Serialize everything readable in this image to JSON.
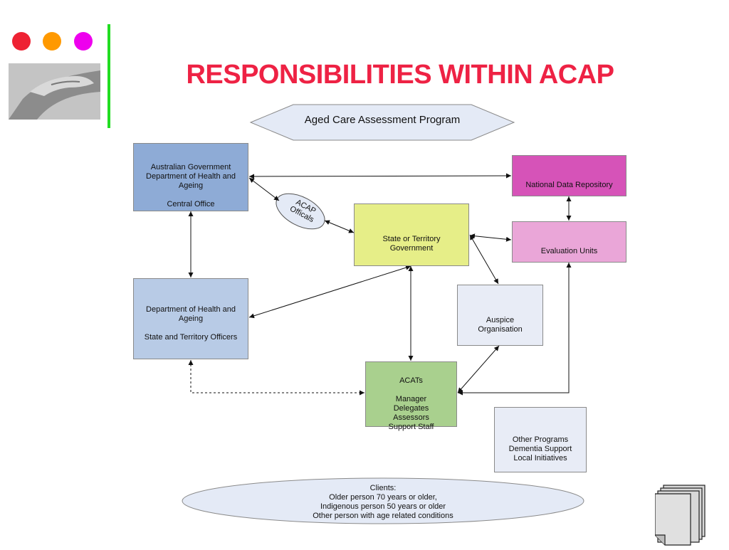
{
  "title": "RESPONSIBILITIES WITHIN ACAP",
  "decor": {
    "dot_colors": [
      "#ee2233",
      "#ff9900",
      "#ee00ee"
    ],
    "bar_color": "#22dd22"
  },
  "program": "Aged Care Assessment Program",
  "acap_officials": "ACAP\nOfficals",
  "boxes": {
    "aust_gov": {
      "text": "Australian Government\nDepartment of Health and\nAgeing\n\nCentral Office",
      "color": "#8eabd6"
    },
    "dept_state": {
      "text": "Department of Health and\nAgeing\n\nState and Territory Officers",
      "color": "#b8cbe6"
    },
    "state_gov": {
      "text": "State or Territory\nGovernment",
      "color": "#e6ee88"
    },
    "ndr": {
      "text": "National Data Repository",
      "color": "#d653b8"
    },
    "eval": {
      "text": "Evaluation Units",
      "color": "#eaa6d8"
    },
    "auspice": {
      "text": "Auspice\nOrganisation",
      "color": "#e8ecf6"
    },
    "acats": {
      "text": "ACATs\n\nManager\nDelegates\nAssessors\nSupport Staff",
      "color": "#a9d08e"
    },
    "other": {
      "text": "Other Programs\nDementia Support\nLocal Initiatives",
      "color": "#e8ecf6"
    }
  },
  "clients": "Clients:\nOlder person 70 years or older,\nIndigenous person 50 years or older\nOther person with age related conditions",
  "icons": {
    "photo": "hands-photo-icon",
    "docs": "documents-stack-icon"
  }
}
